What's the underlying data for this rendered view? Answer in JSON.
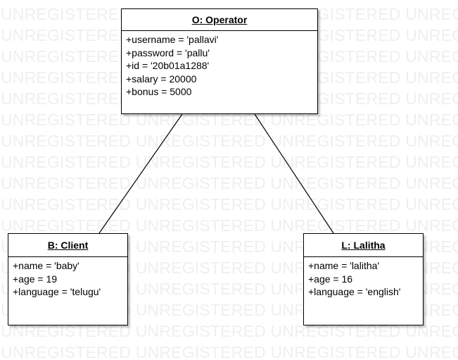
{
  "watermark": {
    "text": "UNREGISTERED",
    "color": "#efefef"
  },
  "objects": {
    "operator": {
      "title": "O: Operator",
      "attributes": [
        "+username = 'pallavi'",
        "+password = 'pallu'",
        "+id = '20b01a1288'",
        "+salary = 20000",
        "+bonus = 5000"
      ]
    },
    "client": {
      "title": "B: Client",
      "attributes": [
        "+name = 'baby'",
        "+age = 19",
        "+language = 'telugu'"
      ]
    },
    "lalitha": {
      "title": "L: Lalitha",
      "attributes": [
        "+name = 'lalitha'",
        "+age = 16",
        "+language = 'english'"
      ]
    }
  }
}
